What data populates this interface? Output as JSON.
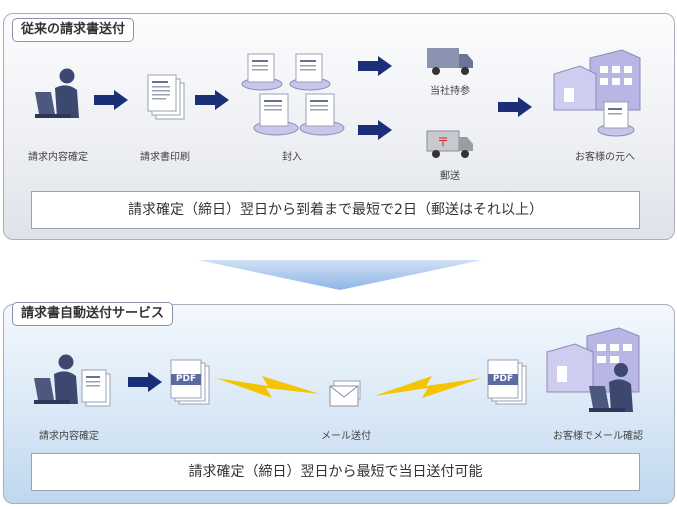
{
  "traditional": {
    "title": "従来の請求書送付",
    "steps": {
      "confirm": "請求内容確定",
      "print": "請求書印刷",
      "enclose": "封入",
      "own": "当社持参",
      "post": "郵送",
      "customer": "お客様の元へ"
    },
    "summary": "請求確定（締日）翌日から到着まで最短で2日（郵送はそれ以上）"
  },
  "automatic": {
    "title": "請求書自動送付サービス",
    "steps": {
      "confirm": "請求内容確定",
      "mail": "メール送付",
      "customer": "お客様でメール確認"
    },
    "pdf_label": "PDF",
    "summary": "請求確定（締日）翌日から最短で当日送付可能"
  },
  "colors": {
    "arrow": "#1a2f78",
    "lightning": "#f5c400",
    "building": "#b9b6e6",
    "person": "#3d4870",
    "transition": "#a9c7ee"
  }
}
